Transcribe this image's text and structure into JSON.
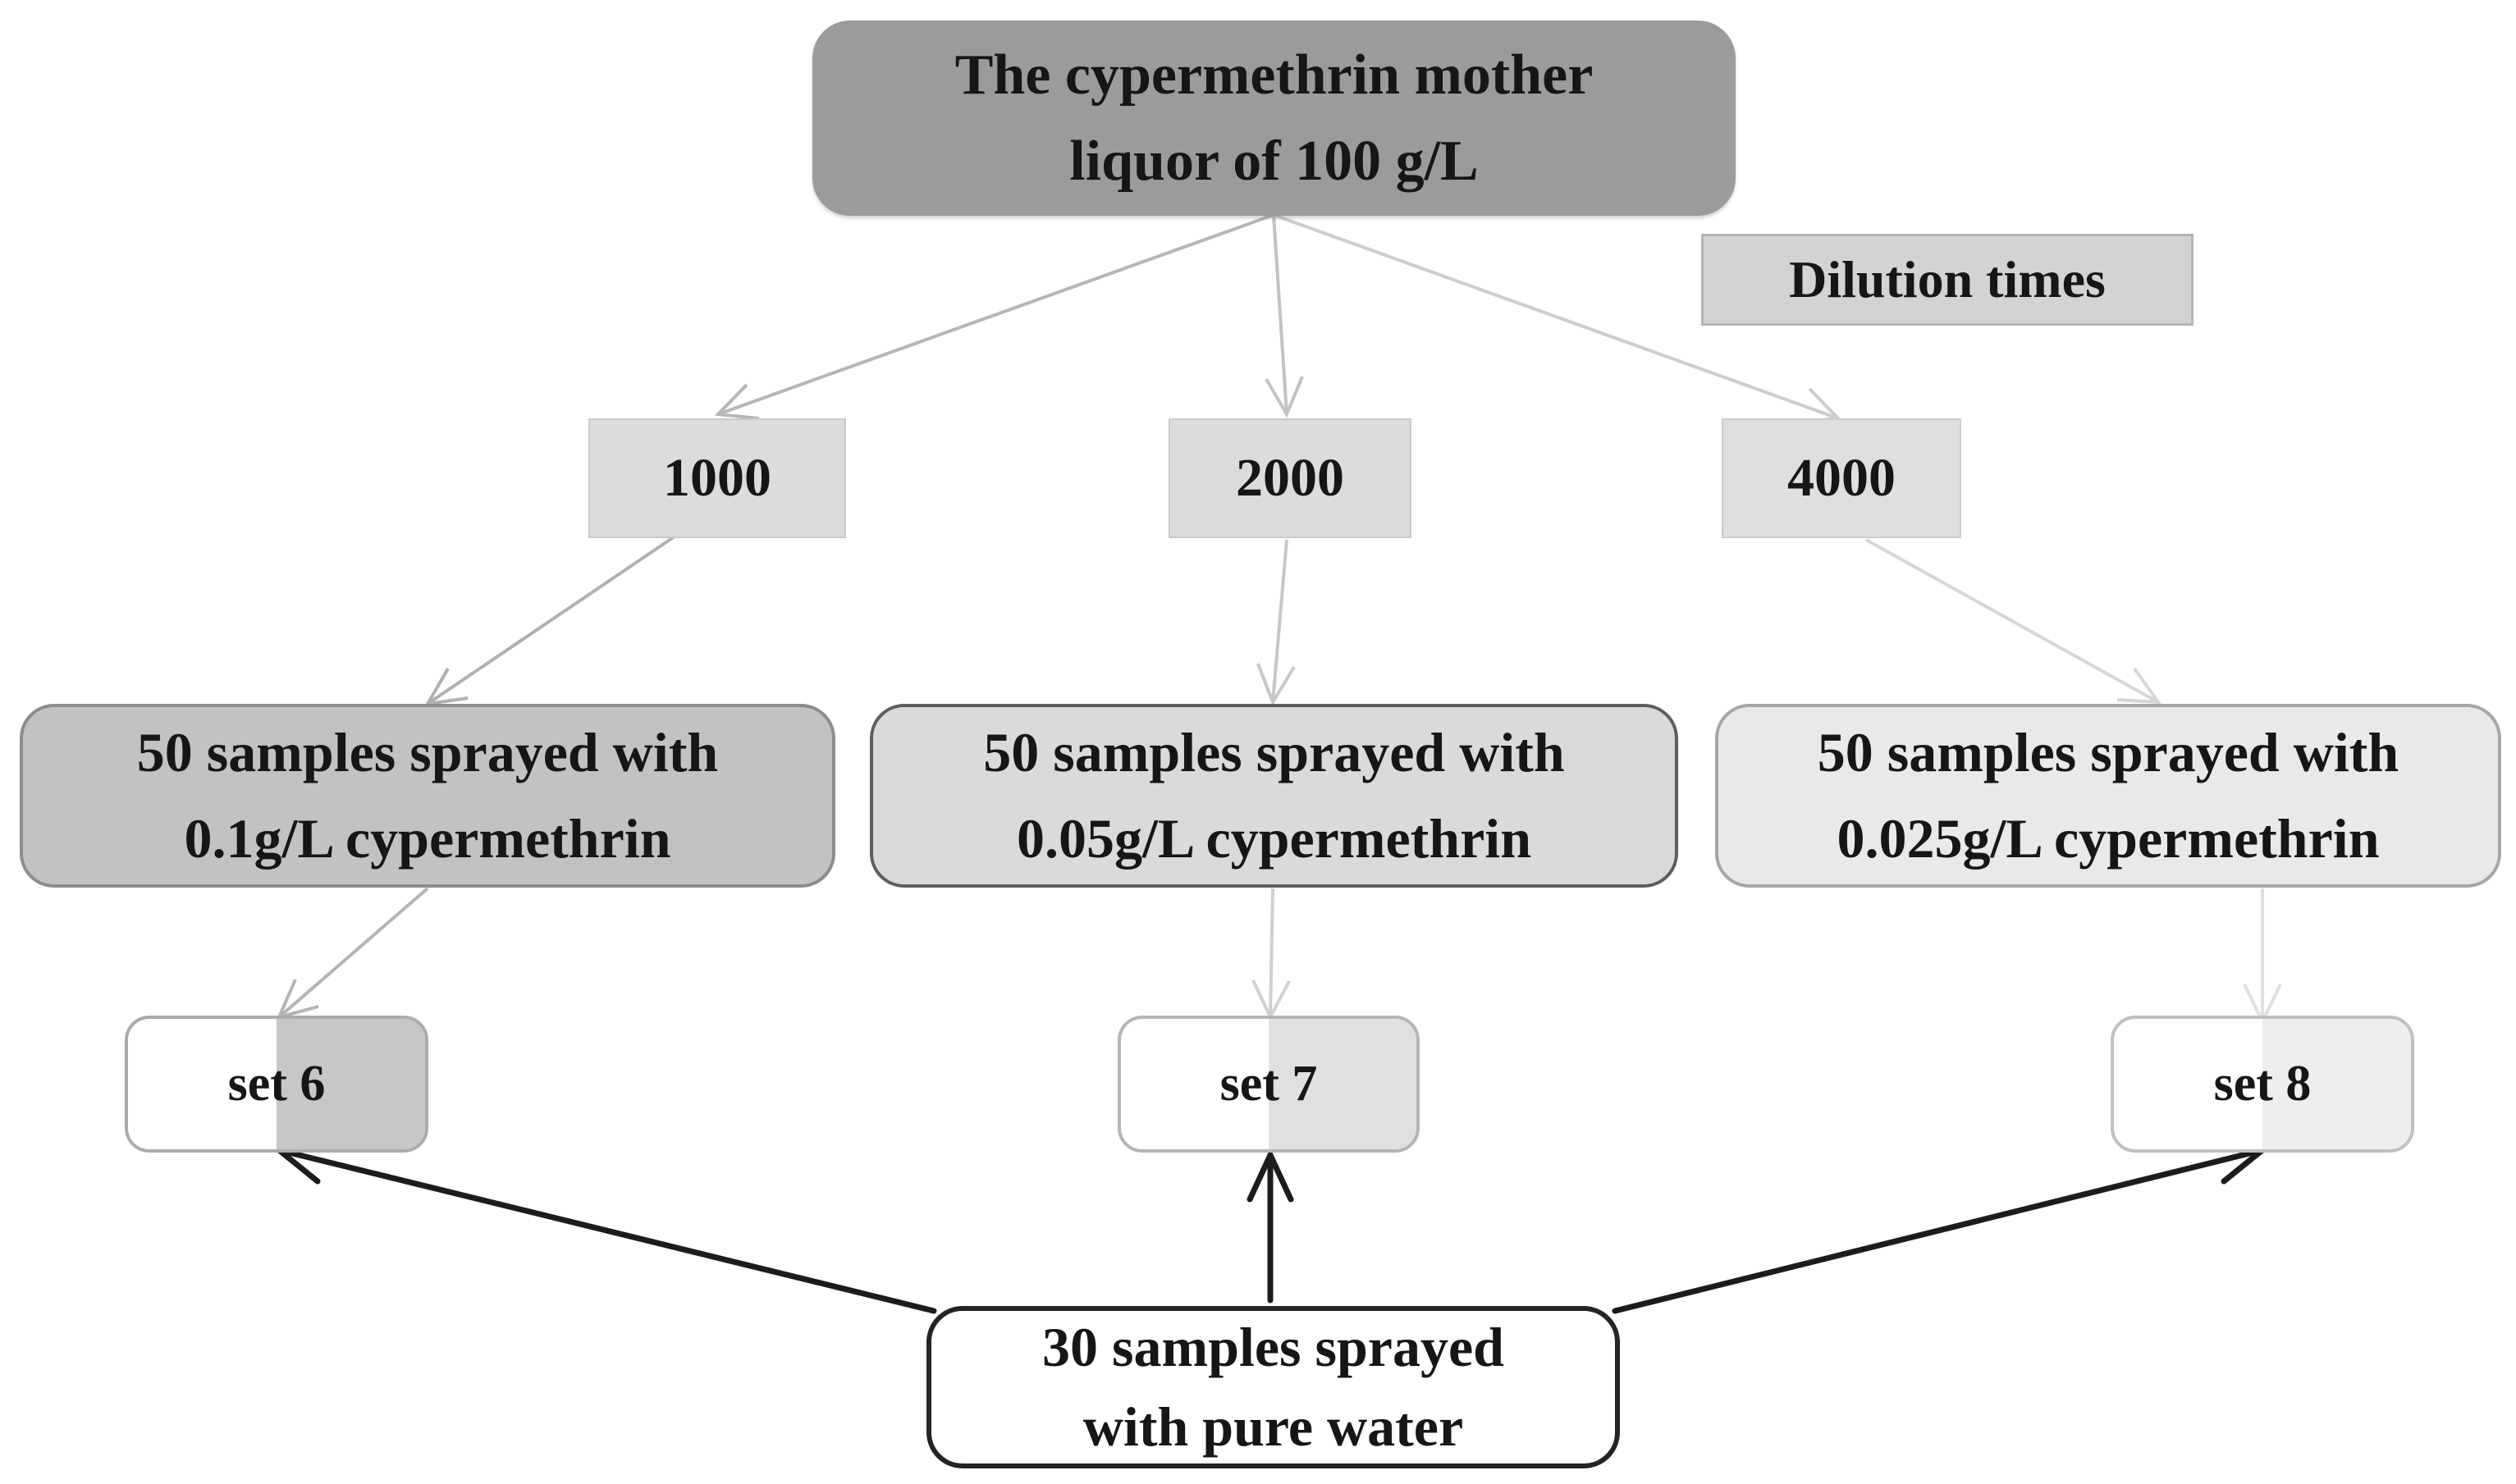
{
  "diagram": {
    "background": "#ffffff",
    "root": {
      "line1": "The cypermethrin mother",
      "line2": "liquor of 100 g/L",
      "bg": "#9b9b9b"
    },
    "dilution_label": {
      "text": "Dilution times",
      "bg": "#d3d3d3",
      "border": "#b5b5b5"
    },
    "dilutions": [
      {
        "value": "1000",
        "bg": "#dcdcdc",
        "border": "#c9c9c9"
      },
      {
        "value": "2000",
        "bg": "#dcdcdc",
        "border": "#c9c9c9"
      },
      {
        "value": "4000",
        "bg": "#dfdfdf",
        "border": "#cccccc"
      }
    ],
    "treatments": [
      {
        "line1": "50 samples sprayed with",
        "line2": "0.1g/L cypermethrin",
        "bg": "#c2c2c2",
        "border": "#8c8c8c"
      },
      {
        "line1": "50 samples sprayed with",
        "line2": "0.05g/L cypermethrin",
        "bg": "#dadada",
        "border": "#5e5e5e"
      },
      {
        "line1": "50 samples sprayed with",
        "line2": "0.025g/L cypermethrin",
        "bg": "#e9e9e9",
        "border": "#a6a6a6"
      }
    ],
    "sets": [
      {
        "label": "set 6",
        "left_bg": "#ffffff",
        "right_bg": "#c7c7c7",
        "border": "#ababab"
      },
      {
        "label": "set 7",
        "left_bg": "#ffffff",
        "right_bg": "#e0e0e0",
        "border": "#b5b5b5"
      },
      {
        "label": "set 8",
        "left_bg": "#ffffff",
        "right_bg": "#eeeeee",
        "border": "#c0c0c0"
      }
    ],
    "control": {
      "line1": "30 samples sprayed",
      "line2": "with pure water",
      "bg": "#ffffff",
      "border": "#242424"
    },
    "arrows": {
      "root_to_dilutions": [
        "#b6b6b6",
        "#c3c3c3",
        "#cccccc"
      ],
      "dilutions_to_treatments": [
        "#b0b0b0",
        "#c8c8c8",
        "#d6d6d6"
      ],
      "treatments_to_sets": [
        "#b4b4b4",
        "#d0d0d0",
        "#dfdfdf"
      ],
      "control_to_sets": "#1c1c1c"
    }
  }
}
